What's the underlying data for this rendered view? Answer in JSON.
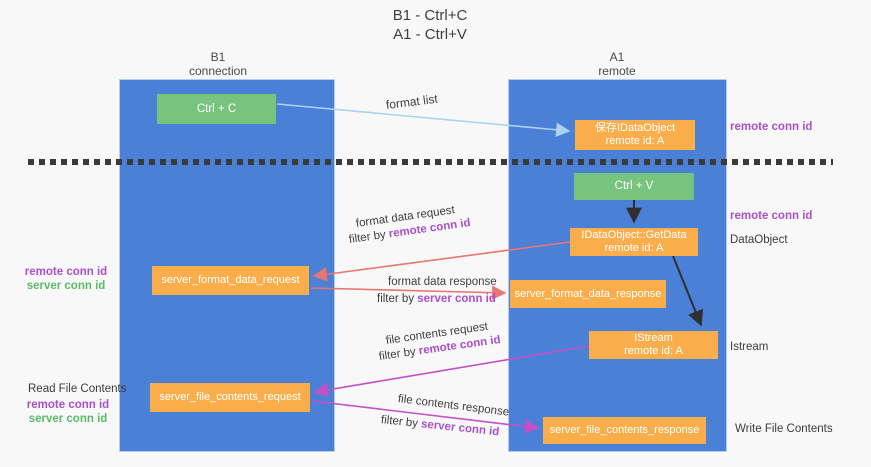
{
  "title": {
    "line1": "B1 - Ctrl+C",
    "line2": "A1 - Ctrl+V"
  },
  "lifelines": {
    "left": {
      "name": "B1",
      "role": "connection"
    },
    "right": {
      "name": "A1",
      "role": "remote"
    }
  },
  "boxes": {
    "ctrl_c": {
      "label": "Ctrl + C"
    },
    "ctrl_v": {
      "label": "Ctrl + V"
    },
    "save_idataobject": {
      "line1": "保存IDataObject",
      "line2": "remote id: A"
    },
    "idataobject_getdata": {
      "line1": "IDataObject::GetData",
      "line2": "remote id: A"
    },
    "istream": {
      "line1": "IStream",
      "line2": "remote id: A"
    },
    "server_format_data_request": {
      "label": "server_format_data_request"
    },
    "server_format_data_response": {
      "label": "server_format_data_response"
    },
    "server_file_contents_request": {
      "label": "server_file_contents_request"
    },
    "server_file_contents_response": {
      "label": "server_file_contents_response"
    }
  },
  "arrow_labels": {
    "format_list": "format list",
    "format_data_request": {
      "title": "format data request",
      "filter_prefix": "filter by ",
      "filter_id": "remote conn id"
    },
    "format_data_response": {
      "title": "format data response",
      "filter_prefix": "filter by ",
      "filter_id": "server conn id"
    },
    "file_contents_request": {
      "title": "file contents request",
      "filter_prefix": "filter by ",
      "filter_id": "remote conn id"
    },
    "file_contents_response": {
      "title": "file contents response",
      "filter_prefix": "filter by ",
      "filter_id": "server conn id"
    }
  },
  "side_labels": {
    "right_top_remote_conn_id": "remote conn id",
    "right_mid_remote_conn_id": "remote conn id",
    "dataobject": "DataObject",
    "istream": "Istream",
    "write_file_contents": "Write File Contents",
    "read_file_contents": "Read File Contents",
    "left_top": {
      "remote": "remote conn id",
      "server": "server conn id"
    },
    "left_bottom": {
      "remote": "remote conn id",
      "server": "server conn id"
    }
  },
  "colors": {
    "background": "#f8f8f8",
    "lifeline_blue": "#4a80d6",
    "box_orange": "#f9ae4b",
    "box_green": "#76c47d",
    "arrow_red": "#e87672",
    "arrow_magenta": "#c44fc8",
    "arrow_lightblue": "#a9d3f2",
    "arrow_black": "#2f2f2f",
    "id_purple": "#aa50c8",
    "id_green": "#5aba6a"
  }
}
